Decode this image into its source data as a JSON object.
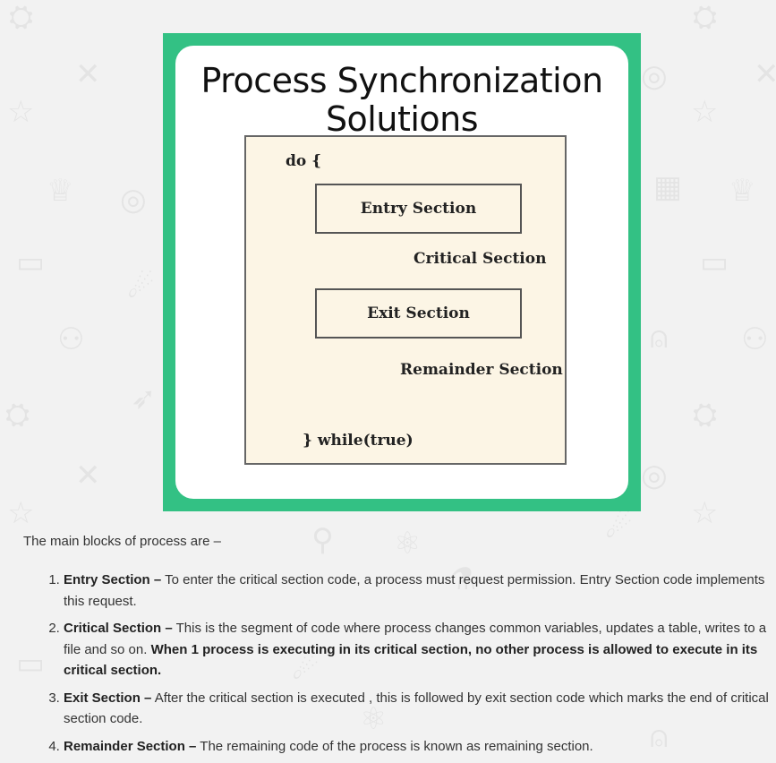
{
  "figure": {
    "title_line1": "Process Synchronization",
    "title_line2": "Solutions",
    "do_label": "do {",
    "entry_label": "Entry Section",
    "critical_label": "Critical Section",
    "exit_label": "Exit Section",
    "remainder_label": "Remainder Section",
    "while_label": "} while(true)",
    "frame_color": "#33c184"
  },
  "intro": "The main blocks of process are –",
  "steps": [
    {
      "num": "1.",
      "term": "Entry Section –",
      "text": " To enter the critical section code, a process must request permission. Entry Section code implements this request.",
      "emphasis": ""
    },
    {
      "num": "2.",
      "term": "Critical Section –",
      "text": " This is the segment of code where process changes common variables, updates a table, writes to a file and so on. ",
      "emphasis": "When 1 process is executing in its critical section, no other process is allowed to execute in its critical section."
    },
    {
      "num": "3.",
      "term": "Exit Section –",
      "text": " After the critical section is executed , this is followed by exit section code which marks the end of critical section code.",
      "emphasis": ""
    },
    {
      "num": "4.",
      "term": "Remainder Section –",
      "text": " The remaining code of the process is known as remaining section.",
      "emphasis": ""
    }
  ]
}
